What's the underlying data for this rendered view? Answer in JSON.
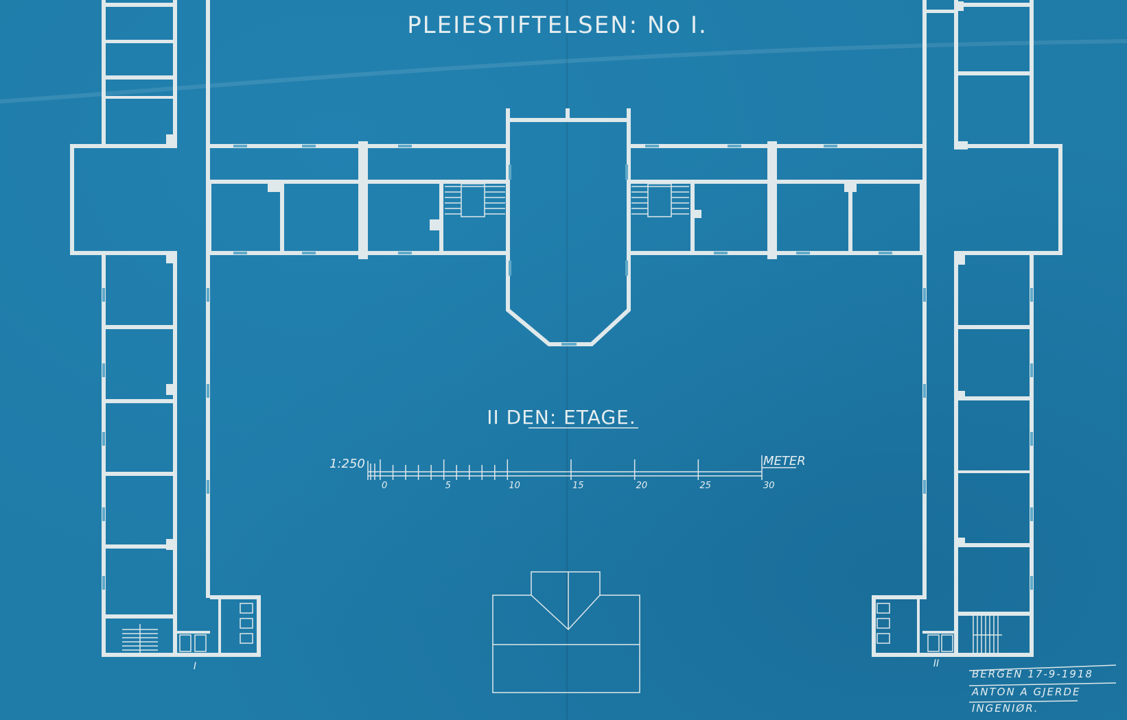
{
  "drawing": {
    "title": "PLEIESTIFTELSEN: No I.",
    "floor_label": "II DEN: ETAGE.",
    "scale_ratio": "1:250",
    "scale_unit": "METER",
    "scale_ticks": [
      "0",
      "5",
      "10",
      "15",
      "20",
      "25",
      "30"
    ],
    "wing_marks": {
      "left": "I",
      "right": "II"
    },
    "signature": {
      "line1": "BERGEN 17-9-1918",
      "line2": "ANTON A GJERDE",
      "line3": "INGENIØR."
    }
  },
  "colors": {
    "paper": "#1f7ba8",
    "ink": "#dfe8ea"
  }
}
